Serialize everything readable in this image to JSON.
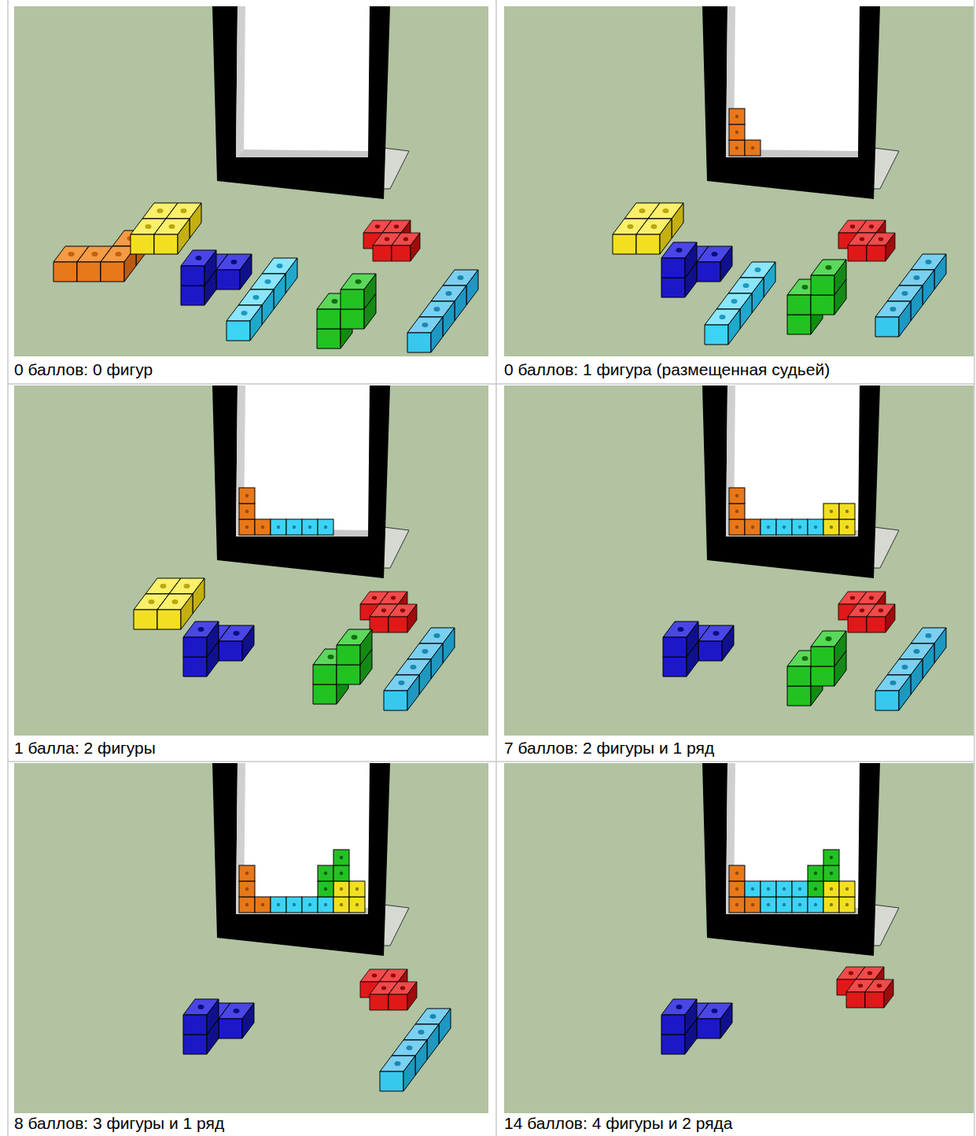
{
  "diagram": {
    "labels": [
      "0 баллов: 0 фигур",
      "0 баллов: 1 фигура (размещенная судьей)",
      "1 балла: 2 фигуры",
      "7 баллов: 2 фигуры и 1 ряд",
      "8 баллов: 3 фигуры и 1 ряд",
      "14 баллов: 4 фигуры и 2 ряда"
    ]
  }
}
